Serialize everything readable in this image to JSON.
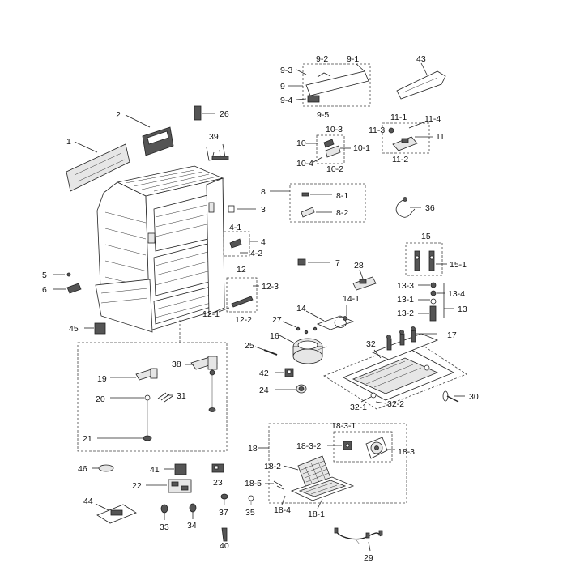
{
  "labels": {
    "l1": "1",
    "l2": "2",
    "l3": "3",
    "l4": "4",
    "l4_1": "4-1",
    "l4_2": "4-2",
    "l5": "5",
    "l6": "6",
    "l7": "7",
    "l8": "8",
    "l8_1": "8-1",
    "l8_2": "8-2",
    "l9": "9",
    "l9_1": "9-1",
    "l9_2": "9-2",
    "l9_3": "9-3",
    "l9_4": "9-4",
    "l9_5": "9-5",
    "l10": "10",
    "l10_1": "10-1",
    "l10_2": "10-2",
    "l10_3": "10-3",
    "l10_4": "10-4",
    "l11": "11",
    "l11_1": "11-1",
    "l11_2": "11-2",
    "l11_3": "11-3",
    "l11_4": "11-4",
    "l12": "12",
    "l12_1": "12-1",
    "l12_2": "12-2",
    "l12_3": "12-3",
    "l13": "13",
    "l13_1": "13-1",
    "l13_2": "13-2",
    "l13_3": "13-3",
    "l13_4": "13-4",
    "l14": "14",
    "l14_1": "14-1",
    "l15": "15",
    "l15_1": "15-1",
    "l16": "16",
    "l17": "17",
    "l18": "18",
    "l18_1": "18-1",
    "l18_2": "18-2",
    "l18_3": "18-3",
    "l18_3_1": "18-3-1",
    "l18_3_2": "18-3-2",
    "l18_4": "18-4",
    "l18_5": "18-5",
    "l19": "19",
    "l20": "20",
    "l21": "21",
    "l22": "22",
    "l23": "23",
    "l24": "24",
    "l25": "25",
    "l26": "26",
    "l27": "27",
    "l28": "28",
    "l29": "29",
    "l30": "30",
    "l31": "31",
    "l32": "32",
    "l32_1": "32-1",
    "l32_2": "32-2",
    "l33": "33",
    "l34": "34",
    "l35": "35",
    "l36": "36",
    "l37": "37",
    "l38": "38",
    "l39": "39",
    "l40": "40",
    "l41": "41",
    "l42": "42",
    "l43": "43",
    "l44": "44",
    "l45": "45",
    "l46": "46"
  }
}
